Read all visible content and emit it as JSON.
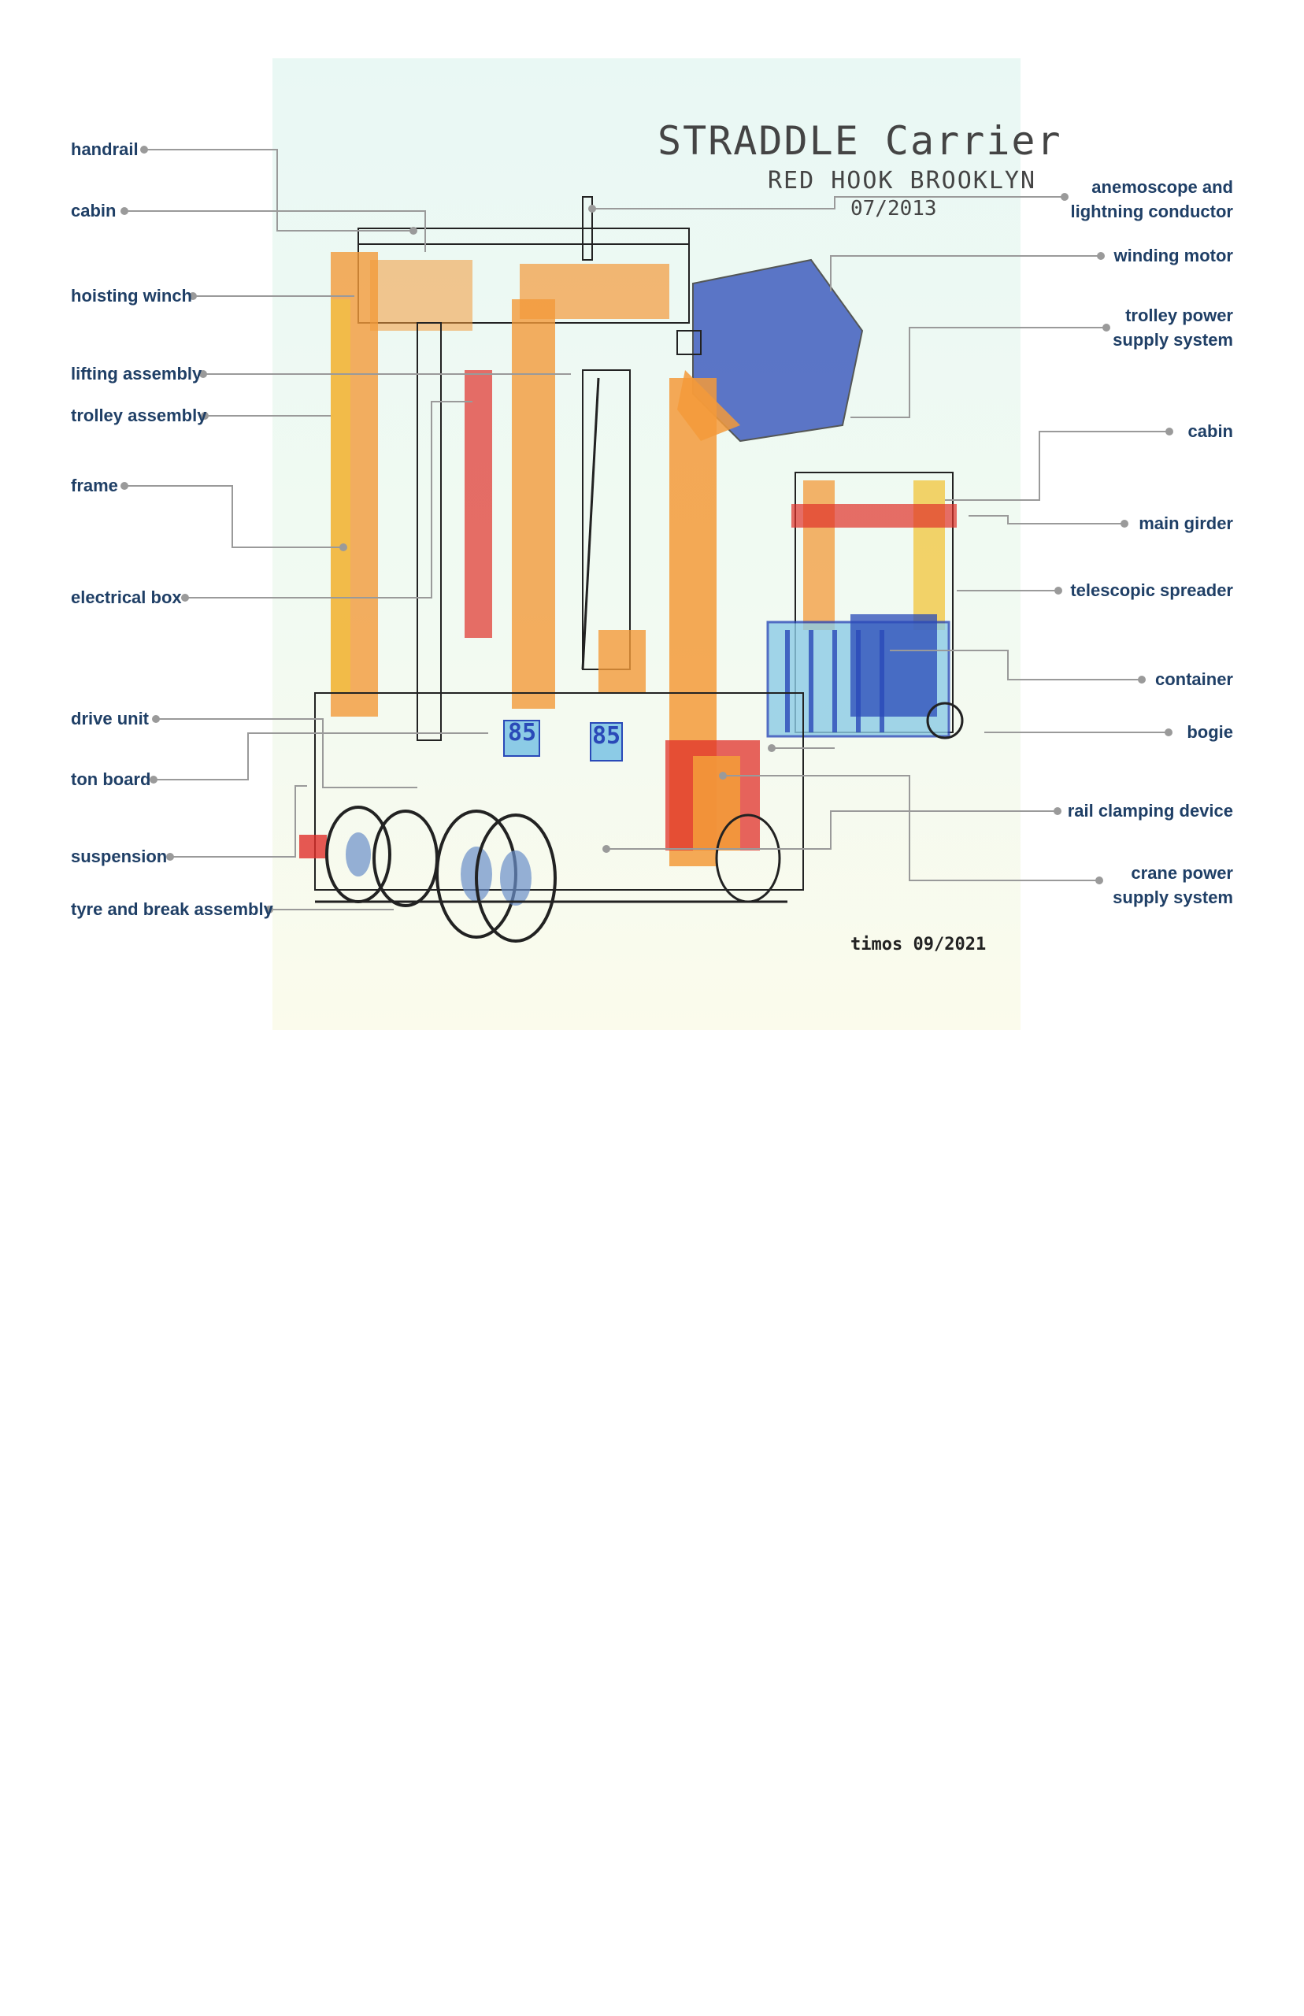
{
  "sketch": {
    "title": "STRADDLE Carrier",
    "location": "RED HOOK BROOKLYN",
    "date": "07/2013",
    "signature": "timos 09/2021",
    "unit_number": "85"
  },
  "labels_left": [
    "handrail",
    "cabin",
    "hoisting winch",
    "lifting assembly",
    "trolley assembly",
    "frame",
    "electrical box",
    "drive unit",
    "ton board",
    "suspension",
    "tyre and break assembly"
  ],
  "labels_right": [
    [
      "anemoscope and",
      "lightning conductor"
    ],
    [
      "winding motor"
    ],
    [
      "trolley power",
      "supply system"
    ],
    [
      "cabin"
    ],
    [
      "main girder"
    ],
    [
      "telescopic spreader"
    ],
    [
      "container"
    ],
    [
      "bogie"
    ],
    [
      "rail clamping device"
    ],
    [
      "crane power",
      "supply system"
    ]
  ],
  "colors": {
    "label_text": "#1f3f66",
    "leader_line": "#9a9a9a",
    "machine_orange": "#f39a3a",
    "machine_red": "#e0302a",
    "machine_blue": "#2a49b8",
    "machine_yellow": "#f1c43a"
  }
}
